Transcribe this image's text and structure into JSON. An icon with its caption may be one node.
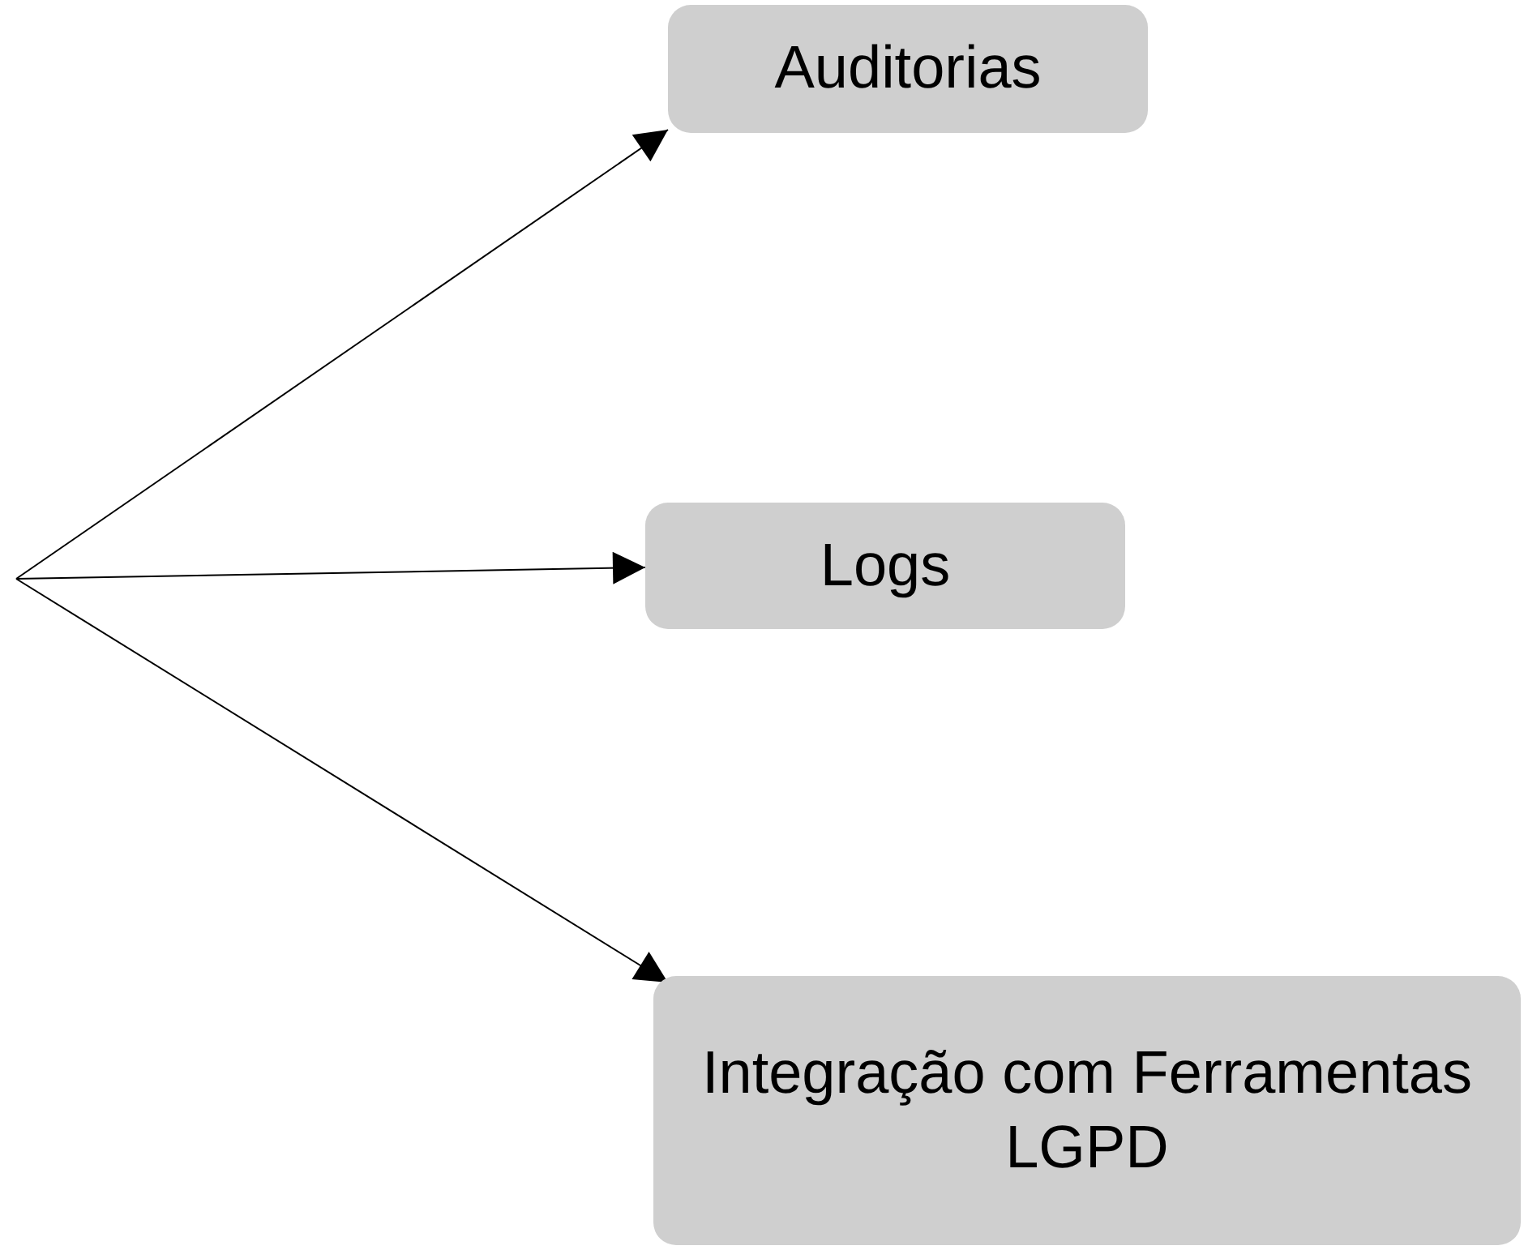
{
  "diagram": {
    "nodes": [
      {
        "text": [
          "Auditorias"
        ]
      },
      {
        "text": [
          "Logs"
        ]
      },
      {
        "text": [
          "Integração com Ferramentas LGPD"
        ]
      }
    ],
    "edges": [
      {
        "from": null,
        "to": 0,
        "arrow": "to"
      },
      {
        "from": null,
        "to": 1,
        "arrow": "to"
      },
      {
        "from": null,
        "to": 2,
        "arrow": "to"
      }
    ]
  }
}
